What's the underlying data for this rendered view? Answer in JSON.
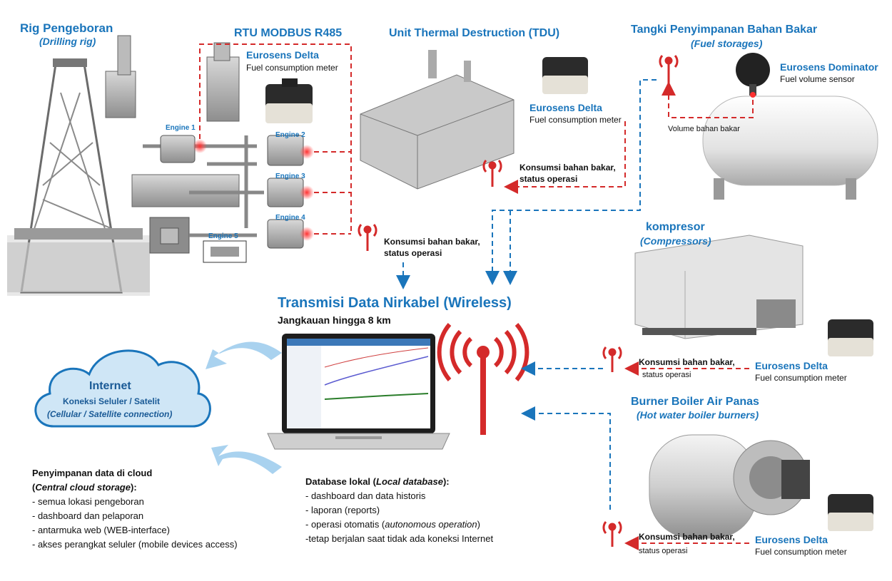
{
  "drilling_rig": {
    "title": "Rig Pengeboran",
    "subtitle": "(Drilling rig)"
  },
  "rtu": {
    "title": "RTU MODBUS R485"
  },
  "rig_meter": {
    "name": "Eurosens Delta",
    "desc": "Fuel consumption meter"
  },
  "engines": [
    "Engine 1",
    "Engine 2",
    "Engine 3",
    "Engine 4",
    "Engine 5"
  ],
  "rig_signal": {
    "line1": "Konsumsi bahan bakar,",
    "line2": "status operasi"
  },
  "tdu": {
    "title": "Unit Thermal Destruction (TDU)",
    "meter_name": "Eurosens Delta",
    "meter_desc": "Fuel consumption meter",
    "signal_line1": "Konsumsi bahan bakar,",
    "signal_line2": "status operasi"
  },
  "fuel_storage": {
    "title": "Tangki Penyimpanan Bahan Bakar",
    "subtitle": "(Fuel storages)",
    "sensor_name": "Eurosens Dominator",
    "sensor_desc": "Fuel volume sensor",
    "volume_label": "Volume bahan bakar"
  },
  "compressor": {
    "title": "kompresor",
    "subtitle": "(Compressors)",
    "signal_line1": "Konsumsi bahan bakar,",
    "signal_line2": "status operasi",
    "meter_name": "Eurosens Delta",
    "meter_desc": "Fuel consumption meter"
  },
  "boiler": {
    "title": "Burner Boiler Air Panas",
    "subtitle": "(Hot water boiler burners)",
    "signal_line1": "Konsumsi bahan bakar,",
    "signal_line2": "status operasi",
    "meter_name": "Eurosens Delta",
    "meter_desc": "Fuel consumption meter"
  },
  "wireless": {
    "title": "Transmisi Data Nirkabel (Wireless)",
    "range": "Jangkauan hingga 8 km"
  },
  "internet": {
    "title": "Internet",
    "line1": "Koneksi Seluler / Satelit",
    "line2": "(Cellular / Satellite connection)"
  },
  "cloud_storage": {
    "heading": "Penyimpanan data di cloud",
    "subheading_open": "(",
    "subheading_em": "Central cloud storage",
    "subheading_close": "):",
    "items": [
      "- semua lokasi pengeboran",
      "- dashboard dan pelaporan",
      "- antarmuka web (WEB-interface)",
      "- akses perangkat seluler (mobile devices access)"
    ]
  },
  "local_db": {
    "heading_main": "Database lokal (",
    "heading_em": "Local database",
    "heading_close": "):",
    "item1": "- dashboard dan data historis",
    "item2": "- laporan (reports)",
    "item3_main": "- operasi otomatis (",
    "item3_em": "autonomous operation",
    "item3_close": ")",
    "item4": "-tetap berjalan saat tidak ada koneksi Internet"
  },
  "colors": {
    "accent_blue": "#1a75bb",
    "signal_red": "#d42a2a",
    "cloud_fill": "#cfe6f6"
  }
}
